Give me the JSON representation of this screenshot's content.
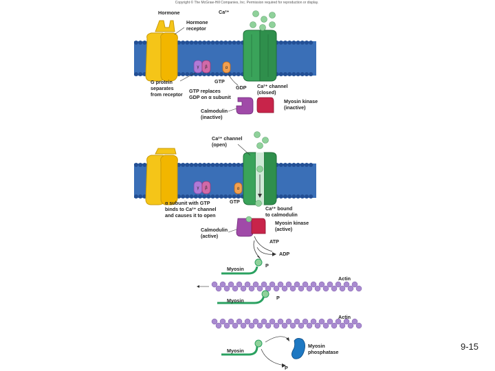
{
  "copyright": "Copyright © The McGraw-Hill Companies, Inc. Permission required for reproduction or display.",
  "page_number": "9-15",
  "labels": {
    "hormone": "Hormone",
    "hormone_receptor_1": "Hormone",
    "hormone_receptor_2": "receptor",
    "ca_ions": "Ca²⁺",
    "g_protein_1": "G protein",
    "g_protein_2": "separates",
    "g_protein_3": "from receptor",
    "gtp_top": "GTP",
    "gdp": "GDP",
    "gtp_replaces_1": "GTP replaces",
    "gtp_replaces_2": "GDP on α subunit",
    "ca_channel_closed_1": "Ca²⁺ channel",
    "ca_channel_closed_2": "(closed)",
    "calmodulin_inactive_1": "Calmodulin",
    "calmodulin_inactive_2": "(inactive)",
    "myosin_kinase_inactive_1": "Myosin kinase",
    "myosin_kinase_inactive_2": "(inactive)",
    "ca_channel_open_1": "Ca²⁺ channel",
    "ca_channel_open_2": "(open)",
    "gtp_mid": "GTP",
    "alpha_subunit_1": "α subunit with GTP",
    "alpha_subunit_2": "binds to Ca²⁺ channel",
    "alpha_subunit_3": "and causes it to open",
    "ca_bound_1": "Ca²⁺ bound",
    "ca_bound_2": "to calmodulin",
    "myosin_kinase_active_1": "Myosin kinase",
    "myosin_kinase_active_2": "(active)",
    "calmodulin_active_1": "Calmodulin",
    "calmodulin_active_2": "(active)",
    "atp": "ATP",
    "adp": "ADP",
    "p1": "P",
    "myosin1": "Myosin",
    "actin1": "Actin",
    "myosin2": "Myosin",
    "p2": "P",
    "actin2": "Actin",
    "myosin3": "Myosin",
    "myosin_phosphatase_1": "Myosin",
    "myosin_phosphatase_2": "phosphatase",
    "p3": "P",
    "gamma": "γ",
    "beta": "β",
    "alpha": "α"
  },
  "colors": {
    "membrane": "#3a6fb7",
    "membrane_dark": "#234f94",
    "receptor": "#f5c518",
    "channel": "#3aa35a",
    "calmodulin": "#a04aa8",
    "myosin_kinase": "#c8244a",
    "ca_ion": "#8fd19a",
    "myosin": "#2aa160",
    "actin": "#a98ad0",
    "phosphatase": "#1e78c2",
    "gprotein_gamma": "#b07ad6",
    "gprotein_beta": "#d06aa8",
    "gprotein_alpha": "#f2a050"
  }
}
